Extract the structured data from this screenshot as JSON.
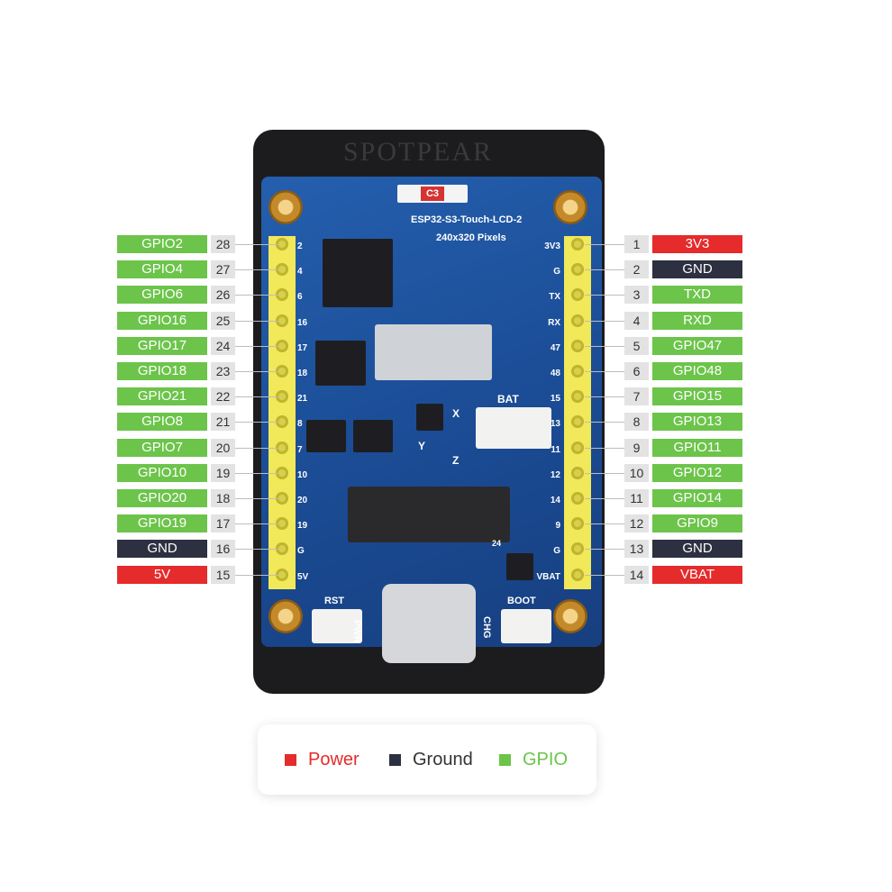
{
  "colors": {
    "power": "#e52b2b",
    "ground": "#2d3040",
    "gpio": "#6cc44a"
  },
  "board": {
    "watermark": "SPOTPEAR",
    "name": "ESP32-S3-Touch-LCD-2",
    "resolution": "240x320 Pixels",
    "chip_marking": "C3",
    "labels": {
      "bat": "BAT",
      "rst": "RST",
      "pwr": "PWR",
      "chg": "CHG",
      "boot": "BOOT",
      "connector_pin": "24",
      "axis_x": "X",
      "axis_y": "Y",
      "axis_z": "Z"
    },
    "left_silk": [
      "2",
      "4",
      "6",
      "16",
      "17",
      "18",
      "21",
      "8",
      "7",
      "10",
      "20",
      "19",
      "G",
      "5V"
    ],
    "right_silk": [
      "3V3",
      "G",
      "TX",
      "RX",
      "47",
      "48",
      "15",
      "13",
      "11",
      "12",
      "14",
      "9",
      "G",
      "VBAT"
    ]
  },
  "left_pins": [
    {
      "label": "GPIO2",
      "number": "28",
      "kind": "gpio"
    },
    {
      "label": "GPIO4",
      "number": "27",
      "kind": "gpio"
    },
    {
      "label": "GPIO6",
      "number": "26",
      "kind": "gpio"
    },
    {
      "label": "GPIO16",
      "number": "25",
      "kind": "gpio"
    },
    {
      "label": "GPIO17",
      "number": "24",
      "kind": "gpio"
    },
    {
      "label": "GPIO18",
      "number": "23",
      "kind": "gpio"
    },
    {
      "label": "GPIO21",
      "number": "22",
      "kind": "gpio"
    },
    {
      "label": "GPIO8",
      "number": "21",
      "kind": "gpio"
    },
    {
      "label": "GPIO7",
      "number": "20",
      "kind": "gpio"
    },
    {
      "label": "GPIO10",
      "number": "19",
      "kind": "gpio"
    },
    {
      "label": "GPIO20",
      "number": "18",
      "kind": "gpio"
    },
    {
      "label": "GPIO19",
      "number": "17",
      "kind": "gpio"
    },
    {
      "label": "GND",
      "number": "16",
      "kind": "ground"
    },
    {
      "label": "5V",
      "number": "15",
      "kind": "power"
    }
  ],
  "right_pins": [
    {
      "label": "3V3",
      "number": "1",
      "kind": "power"
    },
    {
      "label": "GND",
      "number": "2",
      "kind": "ground"
    },
    {
      "label": "TXD",
      "number": "3",
      "kind": "gpio"
    },
    {
      "label": "RXD",
      "number": "4",
      "kind": "gpio"
    },
    {
      "label": "GPIO47",
      "number": "5",
      "kind": "gpio"
    },
    {
      "label": "GPIO48",
      "number": "6",
      "kind": "gpio"
    },
    {
      "label": "GPIO15",
      "number": "7",
      "kind": "gpio"
    },
    {
      "label": "GPIO13",
      "number": "8",
      "kind": "gpio"
    },
    {
      "label": "GPIO11",
      "number": "9",
      "kind": "gpio"
    },
    {
      "label": "GPIO12",
      "number": "10",
      "kind": "gpio"
    },
    {
      "label": "GPIO14",
      "number": "11",
      "kind": "gpio"
    },
    {
      "label": "GPIO9",
      "number": "12",
      "kind": "gpio"
    },
    {
      "label": "GND",
      "number": "13",
      "kind": "ground"
    },
    {
      "label": "VBAT",
      "number": "14",
      "kind": "power"
    }
  ],
  "legend": [
    {
      "label": "Power",
      "kind": "power"
    },
    {
      "label": "Ground",
      "kind": "ground"
    },
    {
      "label": "GPIO",
      "kind": "gpio"
    }
  ]
}
